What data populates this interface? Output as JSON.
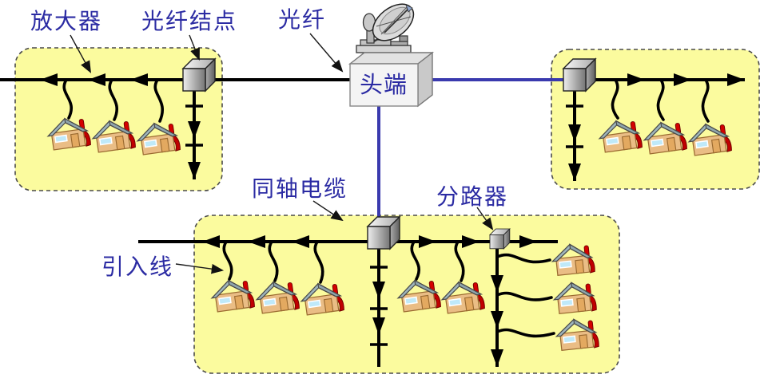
{
  "labels": {
    "amplifier": "放大器",
    "fiber_node": "光纤结点",
    "optical_fiber": "光纤",
    "headend": "头端",
    "coaxial_cable": "同轴电缆",
    "splitter": "分路器",
    "drop_line": "引入线"
  },
  "colors": {
    "background": "#FFFFFF",
    "service_area_fill": "#FBFB9E",
    "service_area_border": "#4A4A4A",
    "cable_black": "#000000",
    "fiber_blue": "#3A3AAE",
    "label_text": "#2B2BA3",
    "house_body": "#EABD85",
    "house_roof": "#9EB5BC",
    "house_accent": "#D40000",
    "cube_gray": "#9A9A9A"
  },
  "icons": {
    "satellite_dish": "satellite-dish-icon",
    "fiber_node_cube": "fiber-node-cube-icon",
    "splitter_cube": "splitter-cube-icon",
    "house": "house-icon"
  }
}
